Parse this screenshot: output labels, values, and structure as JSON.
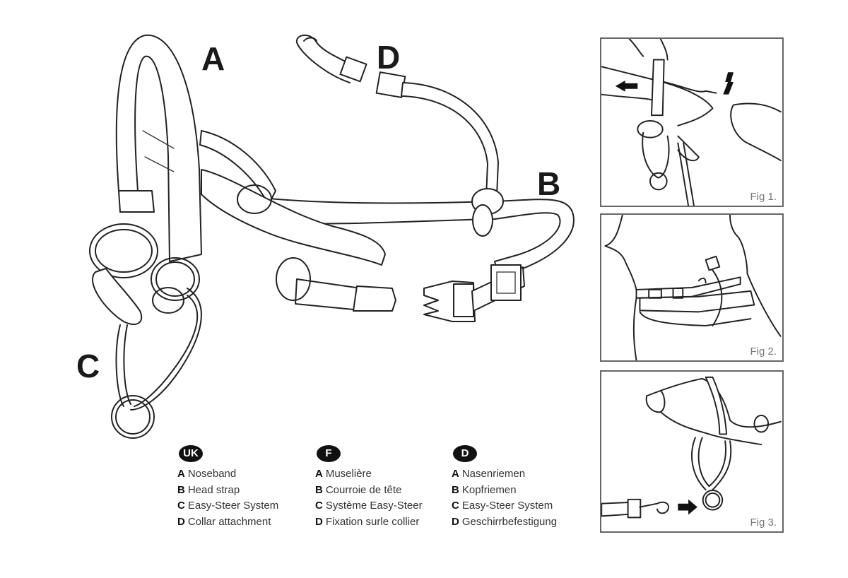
{
  "diagram": {
    "part_labels": {
      "a": "A",
      "b": "B",
      "c": "C",
      "d": "D"
    },
    "icons": [
      "head-halter",
      "snap-hook",
      "side-release-buckle",
      "slide-buckle",
      "o-ring"
    ]
  },
  "legends": [
    {
      "badge": "UK",
      "items": [
        {
          "key": "A",
          "text": "Noseband"
        },
        {
          "key": "B",
          "text": "Head strap"
        },
        {
          "key": "C",
          "text": "Easy-Steer System"
        },
        {
          "key": "D",
          "text": "Collar attachment"
        }
      ]
    },
    {
      "badge": "F",
      "items": [
        {
          "key": "A",
          "text": "Muselière"
        },
        {
          "key": "B",
          "text": "Courroie de tête"
        },
        {
          "key": "C",
          "text": "Système Easy-Steer"
        },
        {
          "key": "D",
          "text": "Fixation surle collier"
        }
      ]
    },
    {
      "badge": "D",
      "items": [
        {
          "key": "A",
          "text": "Nasenriemen"
        },
        {
          "key": "B",
          "text": "Kopfriemen"
        },
        {
          "key": "C",
          "text": "Easy-Steer System"
        },
        {
          "key": "D",
          "text": "Geschirrbefestigung"
        }
      ]
    }
  ],
  "figures": [
    {
      "caption": "Fig 1.",
      "content": "hand fitting noseband over dog muzzle, arrows left and up"
    },
    {
      "caption": "Fig 2.",
      "content": "head strap buckled behind dog ears with collar"
    },
    {
      "caption": "Fig 3.",
      "content": "leash snap hook attaching to Easy-Steer ring, arrow right"
    }
  ]
}
